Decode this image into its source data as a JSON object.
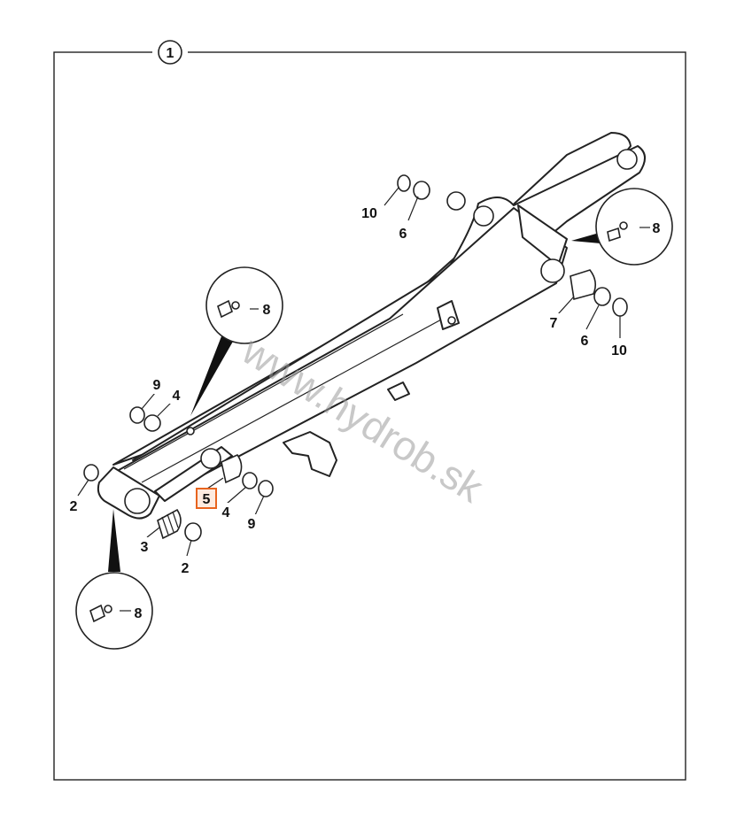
{
  "diagram": {
    "section_number": "1",
    "watermark": "www.hydrob.sk",
    "highlighted_part": "5",
    "highlight_color": "#e8641e",
    "callouts": [
      {
        "id": "c10a",
        "label": "10"
      },
      {
        "id": "c6a",
        "label": "6"
      },
      {
        "id": "c8a",
        "label": "8"
      },
      {
        "id": "c8b",
        "label": "8"
      },
      {
        "id": "c7",
        "label": "7"
      },
      {
        "id": "c6b",
        "label": "6"
      },
      {
        "id": "c10b",
        "label": "10"
      },
      {
        "id": "c9a",
        "label": "9"
      },
      {
        "id": "c4a",
        "label": "4"
      },
      {
        "id": "c2a",
        "label": "2"
      },
      {
        "id": "c5",
        "label": "5"
      },
      {
        "id": "c4b",
        "label": "4"
      },
      {
        "id": "c9b",
        "label": "9"
      },
      {
        "id": "c3",
        "label": "3"
      },
      {
        "id": "c2b",
        "label": "2"
      },
      {
        "id": "c8c",
        "label": "8"
      }
    ]
  }
}
